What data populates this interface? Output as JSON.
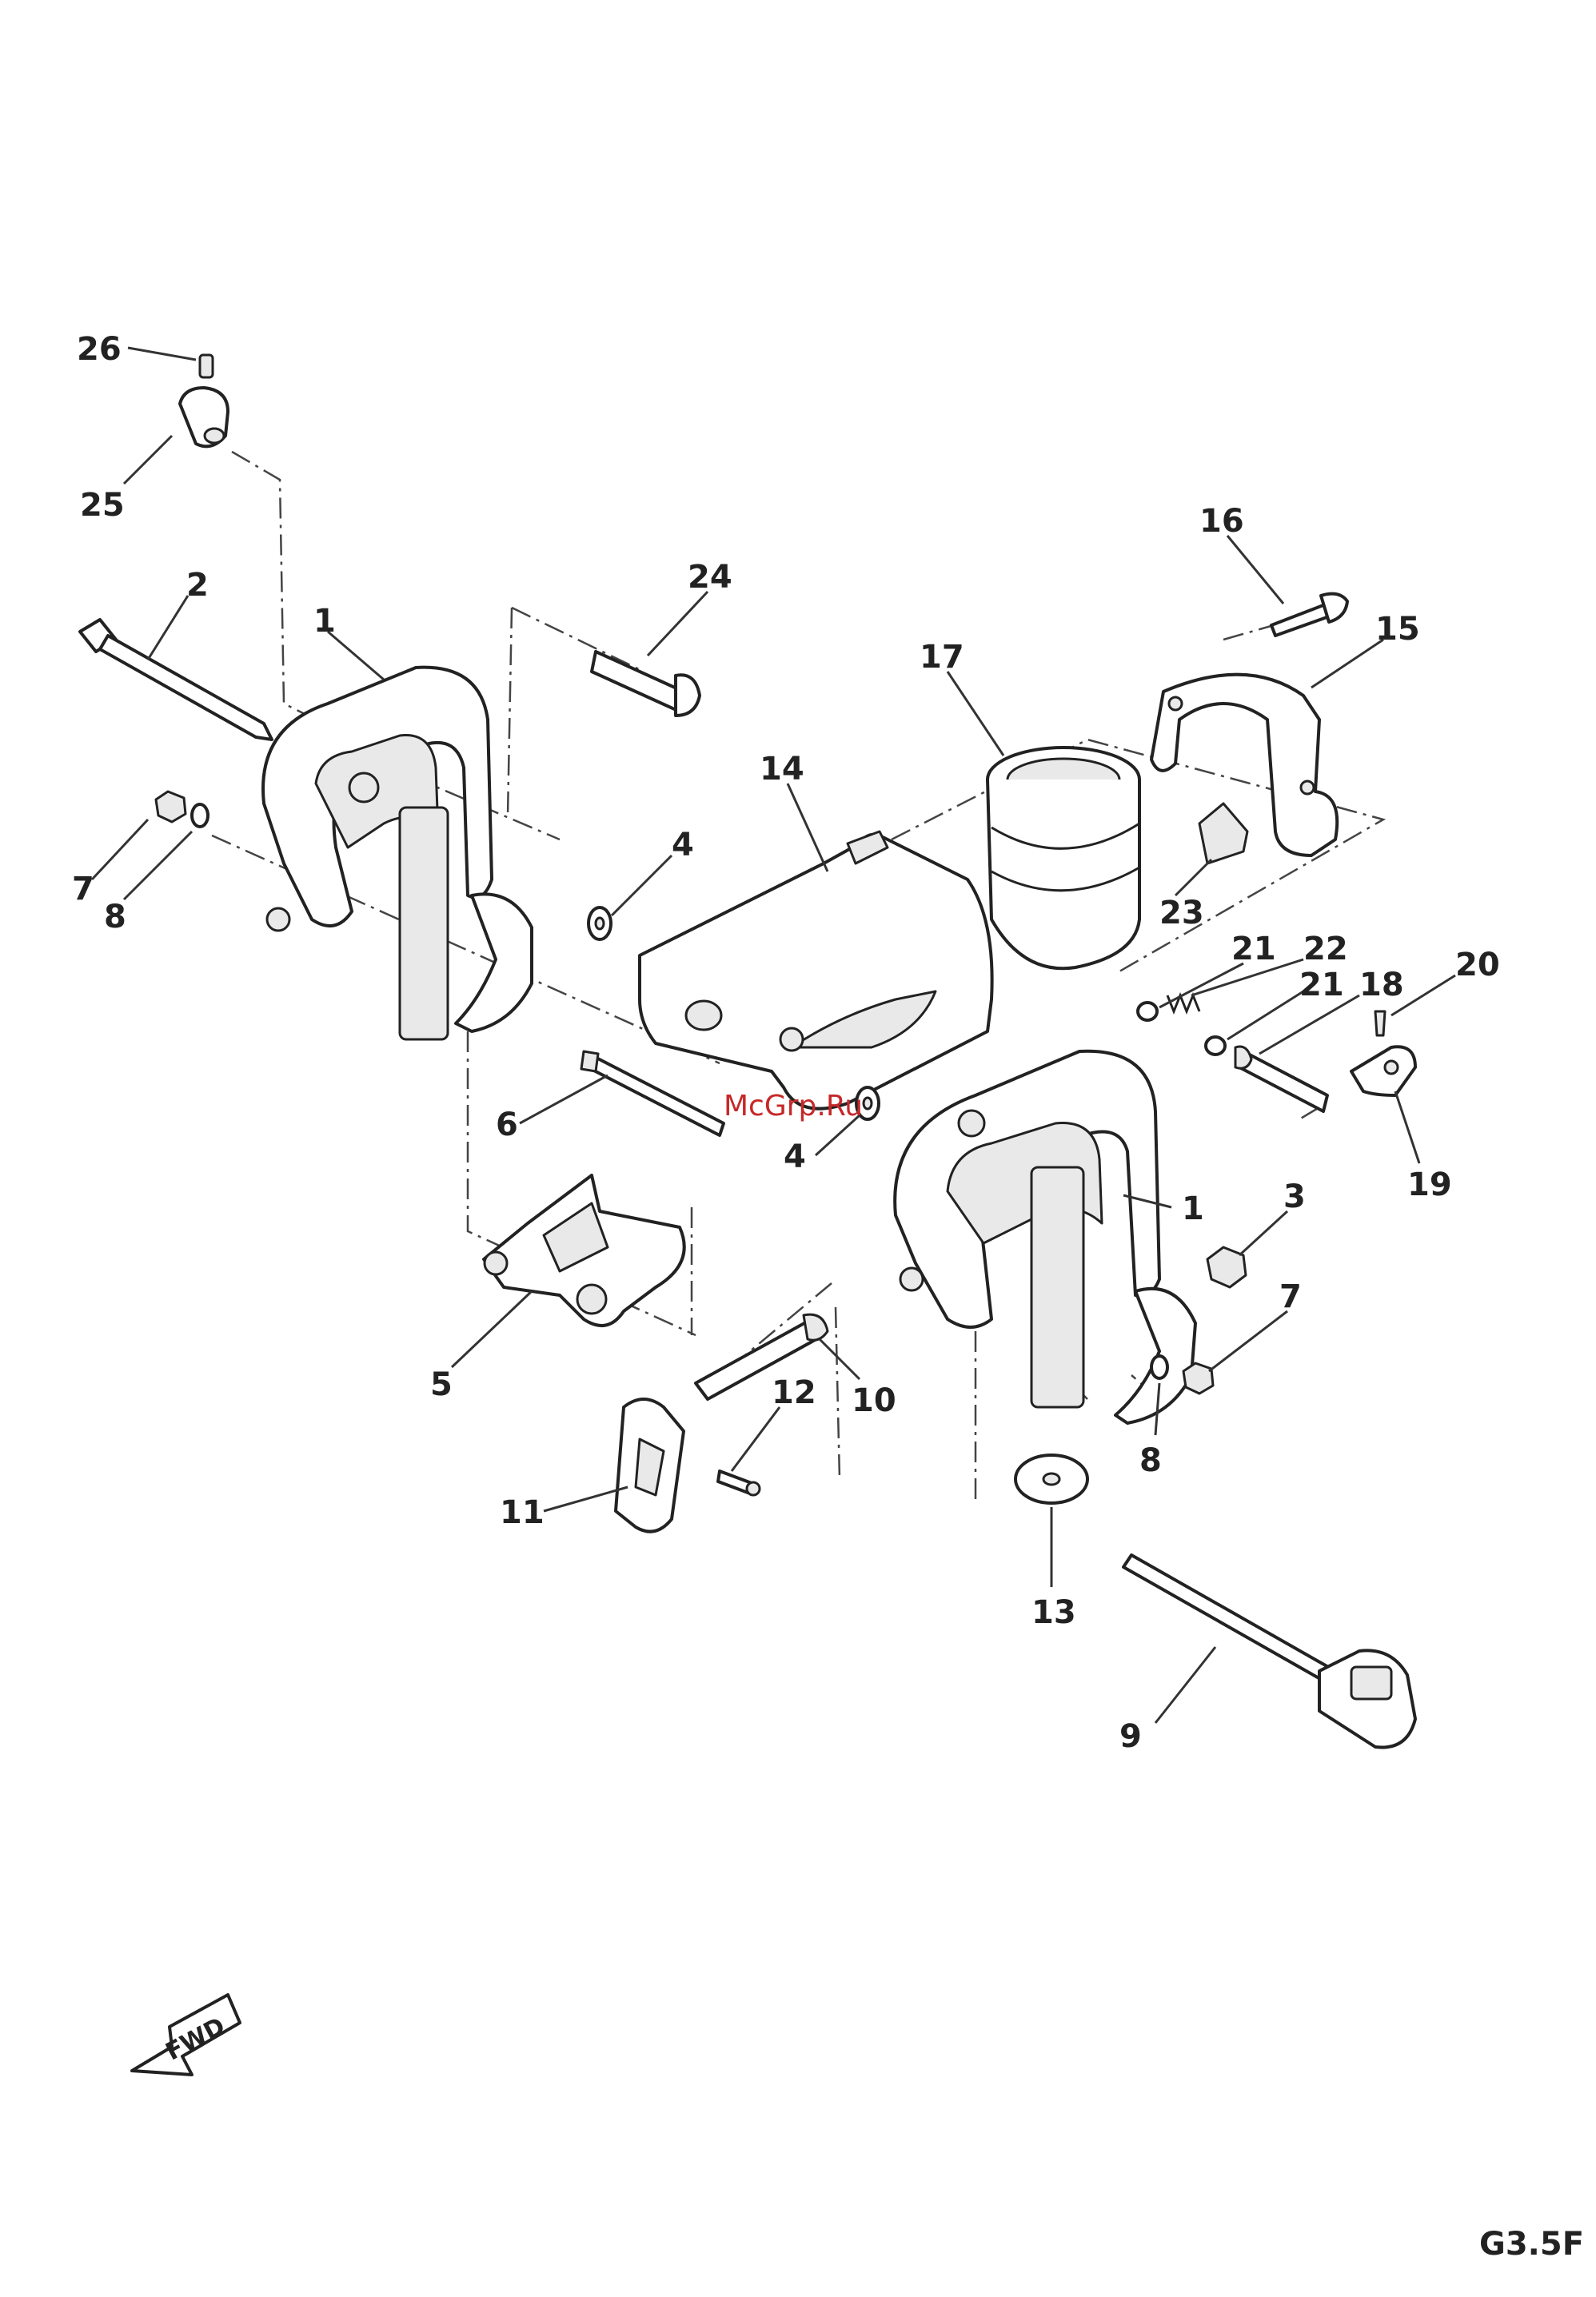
{
  "watermark": "McGrp.Ru",
  "diagram_code": "G3.5F",
  "direction_label": "FWD",
  "callouts": [
    {
      "id": "c26",
      "text": "26"
    },
    {
      "id": "c25",
      "text": "25"
    },
    {
      "id": "c2",
      "text": "2"
    },
    {
      "id": "c1a",
      "text": "1"
    },
    {
      "id": "c24",
      "text": "24"
    },
    {
      "id": "c7a",
      "text": "7"
    },
    {
      "id": "c8a",
      "text": "8"
    },
    {
      "id": "c4a",
      "text": "4"
    },
    {
      "id": "c14",
      "text": "14"
    },
    {
      "id": "c17",
      "text": "17"
    },
    {
      "id": "c16",
      "text": "16"
    },
    {
      "id": "c15",
      "text": "15"
    },
    {
      "id": "c23",
      "text": "23"
    },
    {
      "id": "c21a",
      "text": "21"
    },
    {
      "id": "c22",
      "text": "22"
    },
    {
      "id": "c21b",
      "text": "21"
    },
    {
      "id": "c18",
      "text": "18"
    },
    {
      "id": "c20",
      "text": "20"
    },
    {
      "id": "c19",
      "text": "19"
    },
    {
      "id": "c6",
      "text": "6"
    },
    {
      "id": "c4b",
      "text": "4"
    },
    {
      "id": "c1b",
      "text": "1"
    },
    {
      "id": "c3",
      "text": "3"
    },
    {
      "id": "c7b",
      "text": "7"
    },
    {
      "id": "c5",
      "text": "5"
    },
    {
      "id": "c12",
      "text": "12"
    },
    {
      "id": "c10",
      "text": "10"
    },
    {
      "id": "c11",
      "text": "11"
    },
    {
      "id": "c8b",
      "text": "8"
    },
    {
      "id": "c13",
      "text": "13"
    },
    {
      "id": "c9",
      "text": "9"
    }
  ]
}
